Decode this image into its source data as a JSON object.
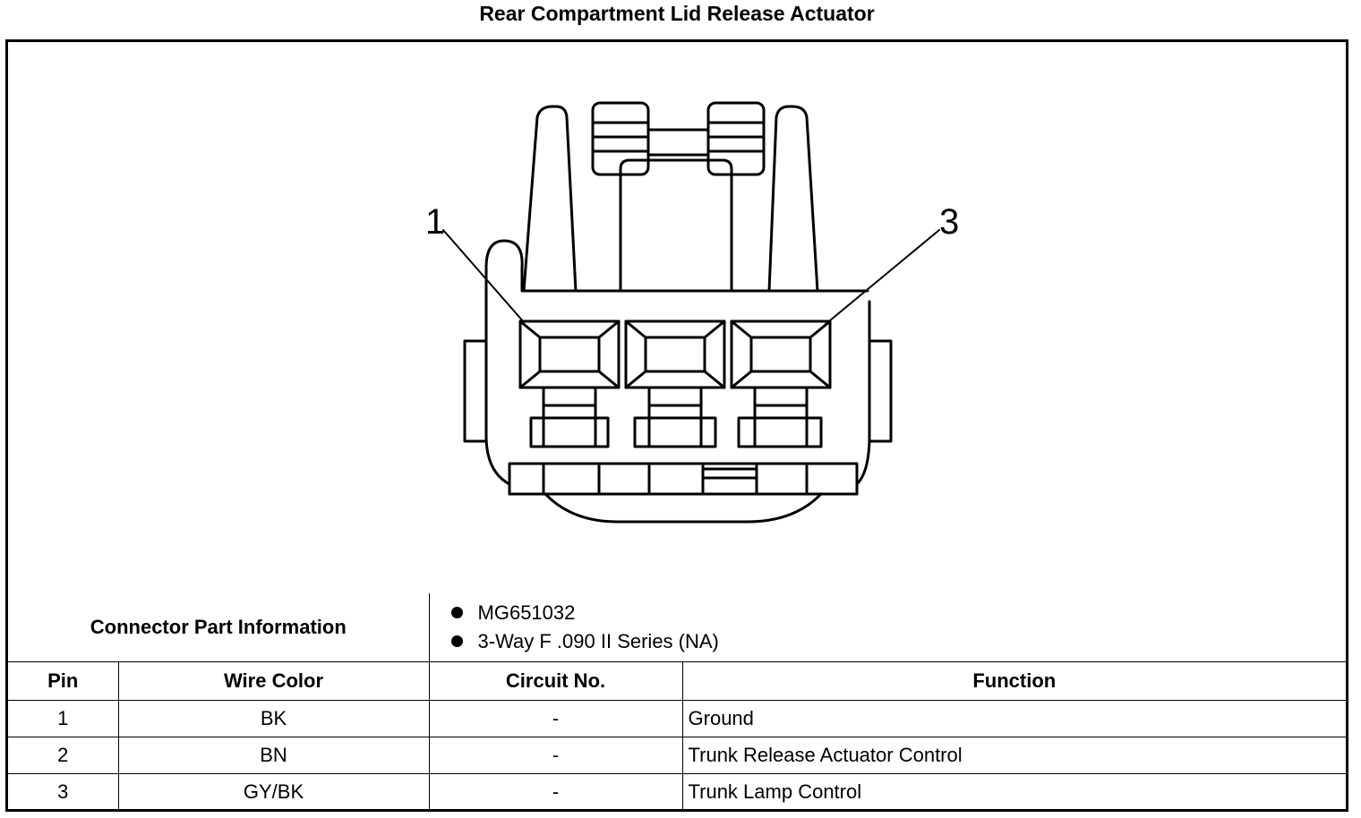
{
  "title": "Rear Compartment Lid Release Actuator",
  "diagram": {
    "pin_callouts": [
      "1",
      "3"
    ]
  },
  "connector_info": {
    "label": "Connector Part Information",
    "items": [
      "MG651032",
      "3-Way F .090 II Series (NA)"
    ]
  },
  "columns": [
    "Pin",
    "Wire Color",
    "Circuit No.",
    "Function"
  ],
  "rows": [
    {
      "pin": "1",
      "wire_color": "BK",
      "circuit": "-",
      "function": "Ground"
    },
    {
      "pin": "2",
      "wire_color": "BN",
      "circuit": "-",
      "function": "Trunk Release Actuator Control"
    },
    {
      "pin": "3",
      "wire_color": "GY/BK",
      "circuit": "-",
      "function": "Trunk Lamp Control"
    }
  ]
}
